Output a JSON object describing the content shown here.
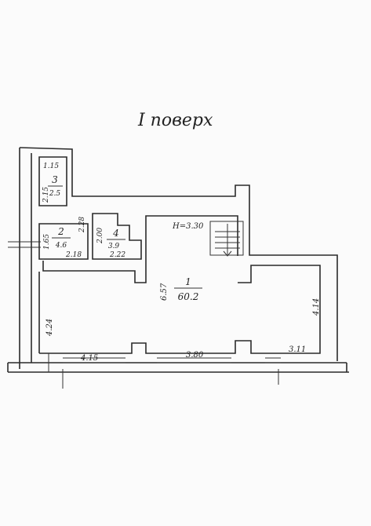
{
  "title": "I поверх",
  "ceiling_height": "H=3.30",
  "rooms": [
    {
      "number": "1",
      "area": "60.2"
    },
    {
      "number": "2",
      "area": "4.6"
    },
    {
      "number": "3",
      "area": "2.5"
    },
    {
      "number": "4",
      "area": "3.9"
    }
  ],
  "dimensions": {
    "r3_top": "1.15",
    "r3_side": "2.15",
    "r2_side": "1.65",
    "r2_bottom": "2.18",
    "r2_right": "2.28",
    "r4_side": "2.00",
    "r4_bottom": "2.22",
    "r1_center": "6.57",
    "left": "4.24",
    "right": "4.14",
    "bottom_left": "4.15",
    "bottom_mid": "3.80",
    "bottom_right": "3.11"
  }
}
